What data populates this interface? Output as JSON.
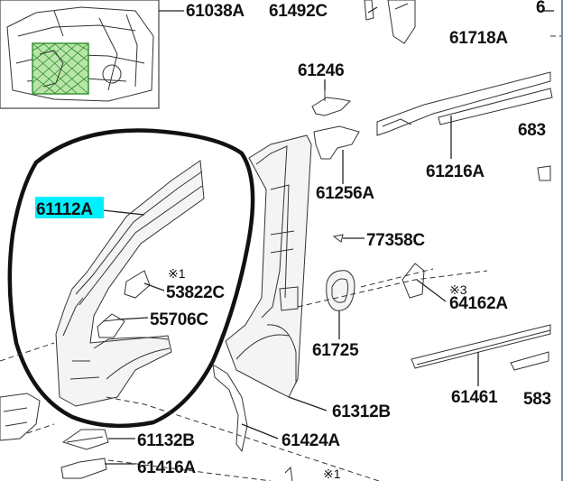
{
  "callouts": {
    "c61038A": "61038A",
    "c61492C": "61492C",
    "c6edge": "6",
    "c61718A": "61718A",
    "c61246": "61246",
    "c683": "683",
    "c61216A": "61216A",
    "c61256A": "61256A",
    "c61112A": "61112A",
    "c77358C": "77358C",
    "c53822C": "53822C",
    "c64162A": "64162A",
    "c55706C": "55706C",
    "c61725": "61725",
    "c61461": "61461",
    "c583": "583",
    "c61312B": "61312B",
    "c61132B": "61132B",
    "c61424A": "61424A",
    "c61416A": "61416A"
  },
  "notes": {
    "n1a": "※1",
    "n3": "※3",
    "n1b": "※1"
  },
  "colors": {
    "highlight": "#00f0ff",
    "thumbnail_fill": "#b8e6a8",
    "outline": "#111111"
  }
}
